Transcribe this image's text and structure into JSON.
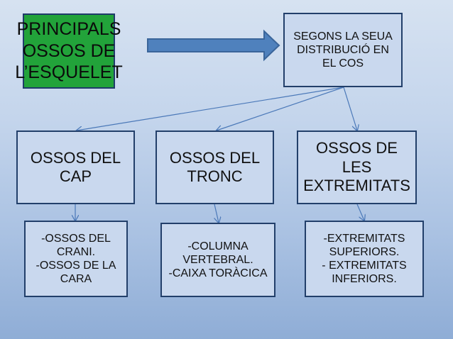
{
  "title": "PRINCIPALS\nOSSOS DE\nL’ESQUELET",
  "distribution": "SEGONS LA SEUA\nDISTRIBUCIÓ EN\nEL COS",
  "groups": [
    {
      "label": "OSSOS DEL\nCAP",
      "detail": "-OSSOS DEL\nCRANI.\n-OSSOS DE LA\nCARA"
    },
    {
      "label": "OSSOS DEL\nTRONC",
      "detail": "-COLUMNA\nVERTEBRAL.\n-CAIXA TORÀCICA"
    },
    {
      "label": "OSSOS DE\nLES\nEXTREMITATS",
      "detail": "-EXTREMITATS\nSUPERIORS.\n- EXTREMITATS\nINFERIORS."
    }
  ],
  "colors": {
    "title_fill": "#22a33a",
    "box_fill": "#c9d8ee",
    "arrow_fill": "#4f81bd",
    "connector": "#4a78b8"
  }
}
